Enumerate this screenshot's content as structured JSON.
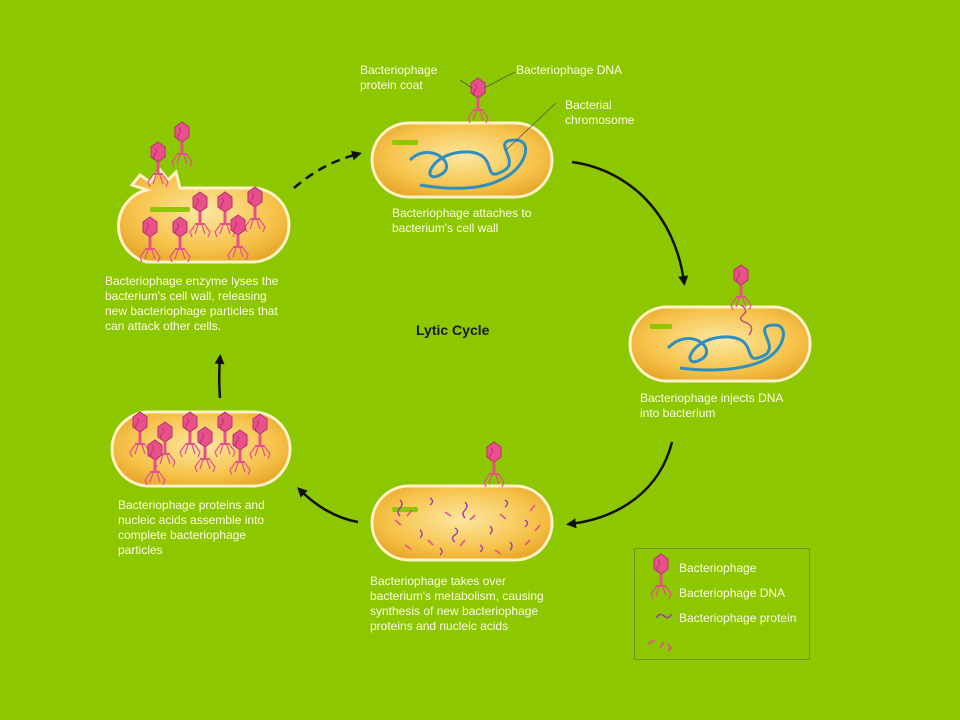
{
  "title": "Lytic Cycle",
  "labels": {
    "protein_coat": "Bacteriophage\nprotein coat",
    "phage_dna": "Bacteriophage DNA",
    "bacterial_chromosome": "Bacterial\nchromosome",
    "step1": "Bacteriophage attaches to\nbacterium's cell wall",
    "step2": "Bacteriophage injects DNA\ninto bacterium",
    "step3": "Bacteriophage takes over\nbacterium's metabolism, causing\nsynthesis of new bacteriophage\nproteins and nucleic acids",
    "step4": "Bacteriophage proteins and\nnucleic acids assemble into\ncomplete bacteriophage\nparticles",
    "step5": "Bacteriophage enzyme lyses the\nbacterium's cell wall, releasing\nnew bacteriophage particles that\ncan attack other cells."
  },
  "legend": {
    "bacteriophage": "Bacteriophage",
    "dna": "Bacteriophage DNA",
    "protein": "Bacteriophage protein"
  },
  "colors": {
    "background": "#8cc700",
    "cell_fill": "#f6c24a",
    "cell_edge": "#fff2c8",
    "chromosome": "#2f8fbf",
    "phage": "#e8508c",
    "arrow": "#111111"
  }
}
